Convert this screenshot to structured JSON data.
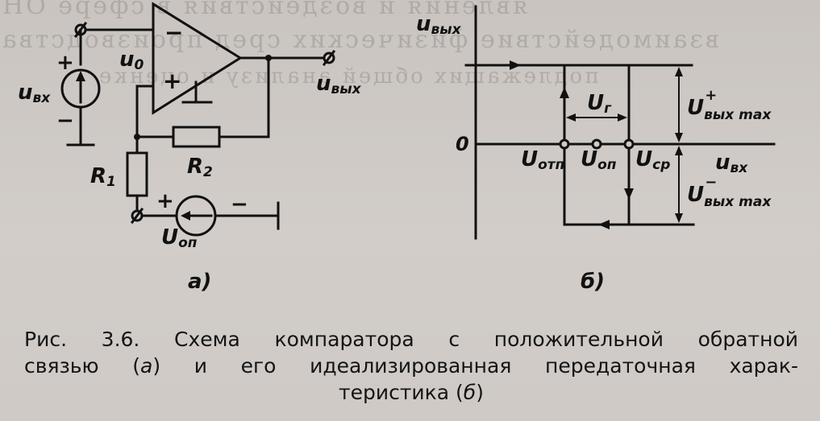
{
  "figure": {
    "part_a_label": "а)",
    "part_b_label": "б)",
    "circuit": {
      "u_in": {
        "main": "u",
        "sub": "вх"
      },
      "u_out": {
        "main": "u",
        "sub": "вых"
      },
      "u0": {
        "main": "u",
        "sub": "0"
      },
      "r1": {
        "main": "R",
        "sub": "1"
      },
      "r2": {
        "main": "R",
        "sub": "2"
      },
      "u_ref": {
        "main": "U",
        "sub": "оп"
      },
      "opamp_minus": "−",
      "opamp_plus": "+",
      "source_plus": "+",
      "source_minus": "−",
      "ref_plus": "+",
      "ref_minus": "−"
    },
    "characteristic": {
      "y_axis": {
        "main": "u",
        "sub": "вых"
      },
      "x_axis": {
        "main": "u",
        "sub": "вх"
      },
      "origin": "0",
      "u_hyst": {
        "main": "U",
        "sub": "г"
      },
      "u_off": {
        "main": "U",
        "sub": "отп"
      },
      "u_ref": {
        "main": "U",
        "sub": "оп"
      },
      "u_on": {
        "main": "U",
        "sub": "ср"
      },
      "u_max_plus": {
        "main": "U",
        "sub": "вых max",
        "sup": "+"
      },
      "u_max_minus": {
        "main": "U",
        "sub": "вых max",
        "sup": "−"
      }
    }
  },
  "caption": {
    "line1": "Рис. 3.6. Схема компаратора с положительной обратной",
    "line2_a": "связью (",
    "line2_b": "а",
    "line2_c": ") и его идеализированная передаточная харак-",
    "line3_a": "теристика (",
    "line3_b": "б",
    "line3_c": ")"
  },
  "show_through": {
    "line1": "явления и воздействия в сфере ОН",
    "line2": "взаимодействие физических сред производства",
    "line3": "подлежащих общей анализу и оценке"
  }
}
